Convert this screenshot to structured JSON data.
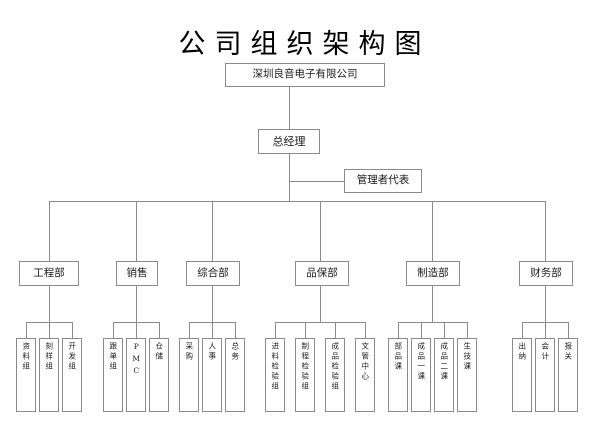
{
  "page": {
    "title": "公司组织架构图",
    "background_color": "#ffffff",
    "line_color": "#8a8a8a",
    "text_color": "#1a1a1a"
  },
  "chart_data": {
    "type": "diagram",
    "diagram_kind": "organization-chart",
    "title": "公司组织架构图",
    "orientation": "top-down",
    "levels": 4,
    "root": {
      "label": "深圳良音电子有限公司",
      "level": 0
    },
    "general_manager": {
      "label": "总经理",
      "level": 1
    },
    "staff_node": {
      "label": "管理者代表",
      "level": 1,
      "attached_to": "总经理",
      "link_style": "side-branch"
    },
    "departments": [
      {
        "label": "工程部",
        "level": 2,
        "children": [
          "资料组",
          "刻样组",
          "开发组"
        ]
      },
      {
        "label": "销售",
        "level": 2,
        "children": [
          "跟单组",
          "PMC",
          "仓储"
        ]
      },
      {
        "label": "综合部",
        "level": 2,
        "children": [
          "采购",
          "人事",
          "总务"
        ]
      },
      {
        "label": "品保部",
        "level": 2,
        "children": [
          "进料检验组",
          "制程检验组",
          "成品检验组",
          "文管中心"
        ]
      },
      {
        "label": "制造部",
        "level": 2,
        "children": [
          "部品课",
          "成品一课",
          "成品二课",
          "生技课"
        ]
      },
      {
        "label": "财务部",
        "level": 2,
        "children": [
          "出纳",
          "会计",
          "报关"
        ]
      }
    ],
    "department_count": 6,
    "leaf_count": 20
  }
}
